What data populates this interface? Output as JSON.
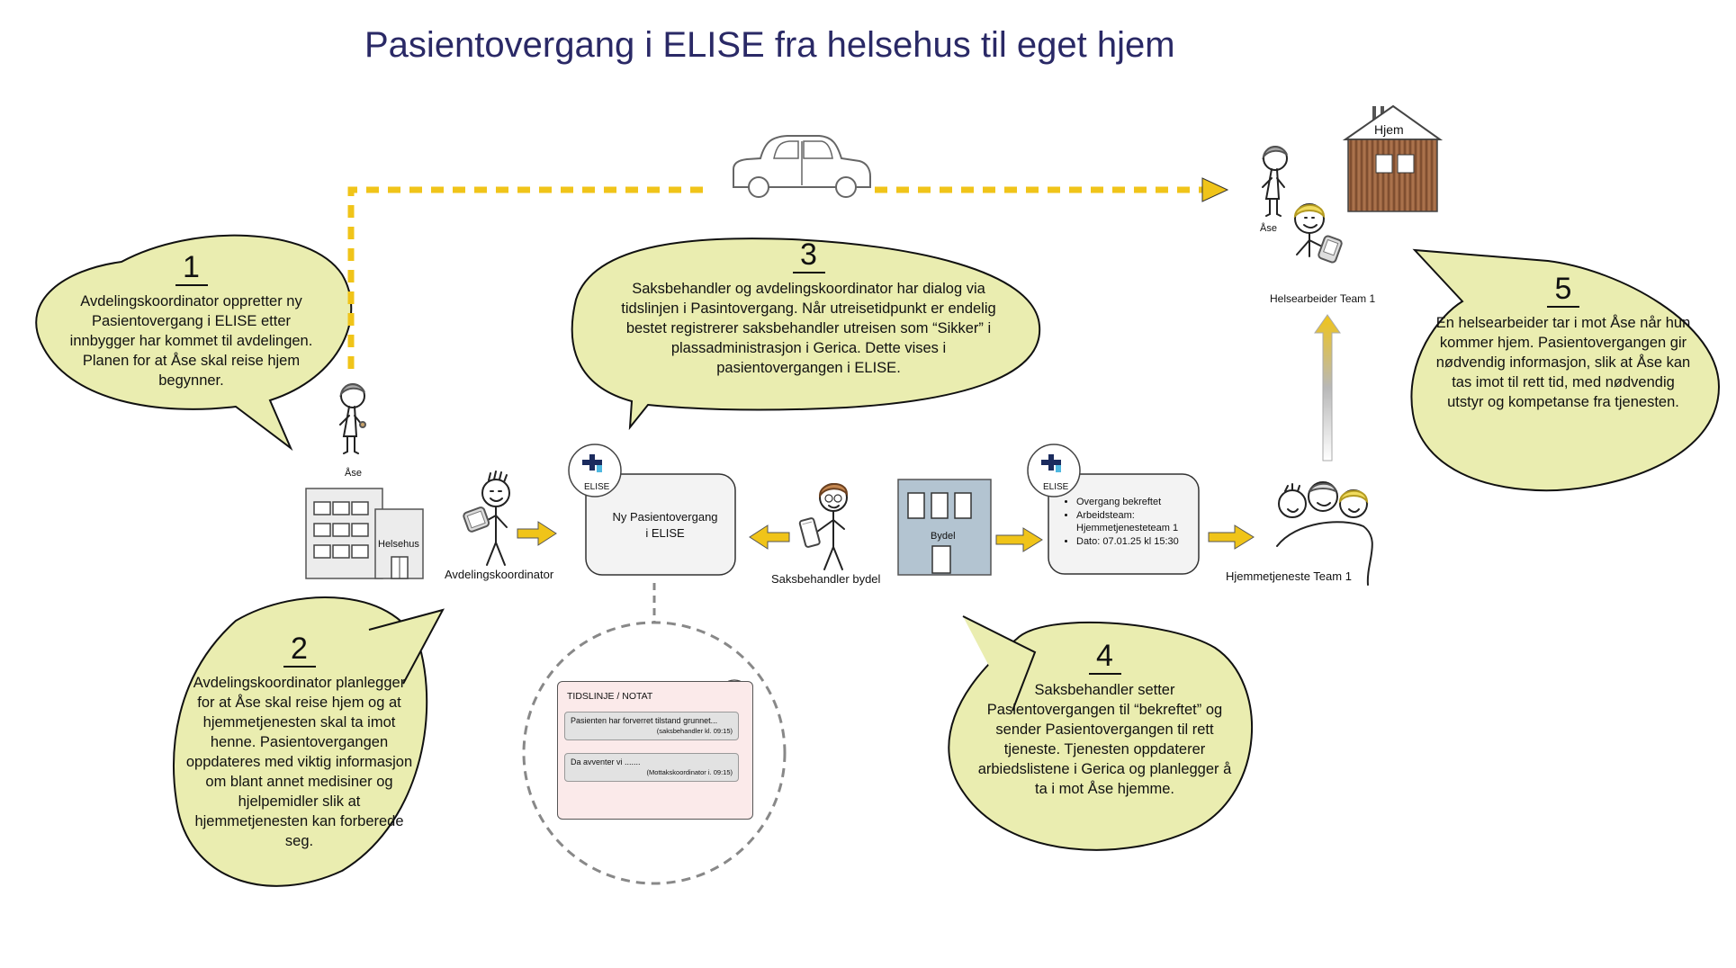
{
  "title": "Pasientovergang i ELISE fra helsehus til eget hjem",
  "steps": [
    {
      "number": "1",
      "text": "Avdelingskoordinator oppretter ny Pasientovergang i ELISE etter innbygger har kommet til avdelingen. Planen for at Åse skal reise hjem begynner."
    },
    {
      "number": "2",
      "text": "Avdelingskoordinator planlegger for at Åse skal reise hjem og at hjemmetjenesten skal ta imot henne. Pasientovergangen oppdateres med viktig informasjon om blant annet medisiner og hjelpemidler slik at hjemmetjenesten kan forberede seg."
    },
    {
      "number": "3",
      "text": "Saksbehandler og avdelingskoordinator har dialog via tidslinjen i Pasintovergang. Når utreisetidpunkt er endelig bestet registrerer saksbehandler utreisen som “Sikker” i plassadministrasjon i Gerica. Dette vises i pasientovergangen i ELISE."
    },
    {
      "number": "4",
      "text": "Saksbehandler setter Pasientovergangen til “bekreftet” og sender Pasientovergangen til rett tjeneste. Tjenesten oppdaterer arbiedslistene i Gerica og planlegger å ta i mot Åse hjemme."
    },
    {
      "number": "5",
      "text": "En helsearbeider tar i mot Åse når hun kommer hjem. Pasientovergangen gir nødvendig informasjon, slik at Åse kan tas imot til rett tid, med nødvendig utstyr og kompetanse fra tjenesten."
    }
  ],
  "labels": {
    "ase_hospital": "Åse",
    "ase_home": "Åse",
    "helsehus": "Helsehus",
    "avdelingskoordinator": "Avdelingskoordinator",
    "saksbehandler": "Saksbehandler bydel",
    "bydel": "Bydel",
    "hjemmetjeneste": "Hjemmetjeneste Team 1",
    "helsearbeider": "Helsearbeider Team 1",
    "hjem": "Hjem"
  },
  "elise_logo": "ELISE",
  "card_new": "Ny Pasientovergang i ELISE",
  "card_status": [
    "Overgang bekreftet",
    "Arbeidsteam: Hjemmetjenesteteam 1",
    "Dato: 07.01.25 kl 15:30"
  ],
  "timeline": {
    "title": "TIDSLINJE / NOTAT",
    "messages": [
      {
        "text": "Pasienten har forverret tilstand grunnet...",
        "author": "(saksbehandler kl. 09:15)"
      },
      {
        "text": "Da avventer vi .......",
        "author": "(Mottakskoordinator i. 09:15)"
      }
    ]
  },
  "colors": {
    "bubble_fill": "#eaedb0",
    "arrow_yellow": "#f0c419",
    "title_color": "#2a2966",
    "building_blue": "#b3c4d1",
    "house_brown": "#8e5a38"
  }
}
